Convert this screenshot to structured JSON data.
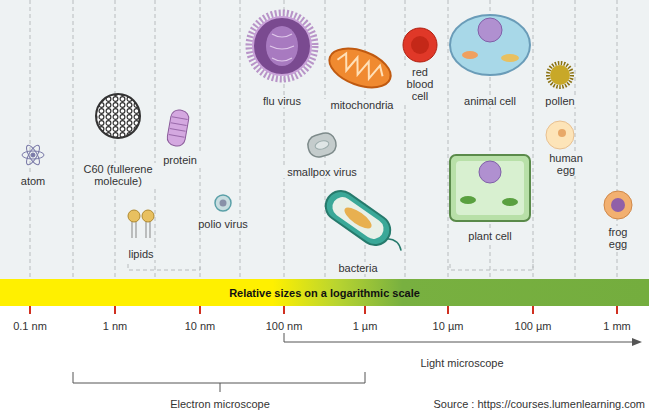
{
  "diagram": {
    "caption": "Source : https://courses.lumenlearning.com",
    "nodes": [
      {
        "text": [
          "Relative sizes on a logarithmic scale"
        ]
      }
    ],
    "labels": [
      "atom",
      "C60 (fullerene molecule)",
      "protein",
      "lipids",
      "polio virus",
      "flu virus",
      "smallpox virus",
      "mitochondria",
      "bacteria",
      "red blood cell",
      "animal cell",
      "plant cell",
      "pollen",
      "human egg",
      "frog egg",
      "0.1 nm",
      "1 nm",
      "10 nm",
      "100 nm",
      "1 µm",
      "10 µm",
      "100 µm",
      "1 mm",
      "Light microscope",
      "Electron microscope"
    ]
  }
}
